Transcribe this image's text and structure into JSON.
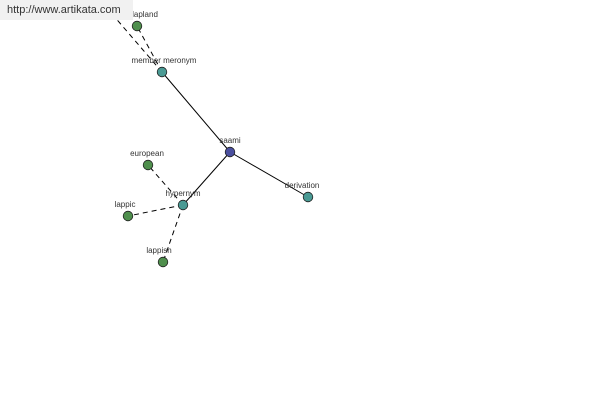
{
  "watermark": "http://www.artikata.com",
  "colors": {
    "center": "#4a4f9e",
    "relation": "#4a9a94",
    "leaf": "#4f8f4d"
  },
  "graph": {
    "nodes": [
      {
        "id": "saami",
        "label": "saami",
        "kind": "center"
      },
      {
        "id": "member-meronym",
        "label": "member meronym",
        "kind": "relation"
      },
      {
        "id": "hypernym",
        "label": "hypernym",
        "kind": "relation"
      },
      {
        "id": "derivation",
        "label": "derivation",
        "kind": "relation"
      },
      {
        "id": "lapland",
        "label": "lapland",
        "kind": "leaf"
      },
      {
        "id": "european",
        "label": "european",
        "kind": "leaf"
      },
      {
        "id": "lappic",
        "label": "lappic",
        "kind": "leaf"
      },
      {
        "id": "lappish",
        "label": "lappish",
        "kind": "leaf"
      }
    ],
    "edges": [
      {
        "from": "saami",
        "to": "member-meronym",
        "style": "solid"
      },
      {
        "from": "saami",
        "to": "hypernym",
        "style": "solid"
      },
      {
        "from": "saami",
        "to": "derivation",
        "style": "solid"
      },
      {
        "from": "member-meronym",
        "to": "lapland",
        "style": "dashed"
      },
      {
        "from": "member-meronym",
        "to": "offscreen-top",
        "style": "dashed"
      },
      {
        "from": "hypernym",
        "to": "european",
        "style": "dashed"
      },
      {
        "from": "hypernym",
        "to": "lappic",
        "style": "dashed"
      },
      {
        "from": "hypernym",
        "to": "lappish",
        "style": "dashed"
      }
    ]
  }
}
